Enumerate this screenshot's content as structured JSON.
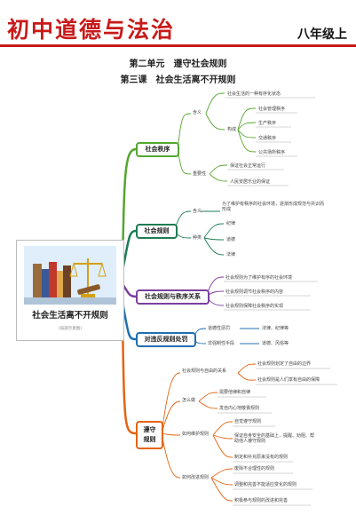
{
  "header": {
    "title": "初中道德与法治",
    "grade": "八年级上",
    "unit": "第二单元　遵守社会规则",
    "lesson": "第三课　社会生活离不开规则"
  },
  "center": {
    "title": "社会生活离不开规则",
    "note": "(局部示意图)"
  },
  "branches": {
    "order": {
      "label": "社会秩序",
      "meaning": "含义",
      "meaning_desc": "社会生活的一种有序化状态",
      "manifest": "构成",
      "items": [
        "社会管理秩序",
        "生产秩序",
        "交通秩序",
        "公共场所秩序"
      ],
      "importance": "重要性",
      "imp_items": [
        "保证社会正常运行",
        "人民安居乐业的保证"
      ]
    },
    "rules": {
      "label": "社会规则",
      "meaning": "含义",
      "meaning_desc": "为了维护有秩序的社会环境，逐渐形成规范与共识而形成",
      "types": "种类",
      "type_items": [
        "纪律",
        "道德",
        "法律"
      ]
    },
    "relation": {
      "label": "社会规则与秩序关系",
      "items": [
        "社会规则为了维护有序的社会环境",
        "社会规则调节社会秩序的内容",
        "社会规则保障社会秩序的实现"
      ]
    },
    "violation": {
      "label": "对违反规则处罚",
      "left": [
        "道德性惩罚",
        "非强制性手段"
      ],
      "right": [
        "法律、纪律等",
        "道德、风俗等"
      ]
    },
    "obey": {
      "label": "遵守规则",
      "freedom": "社会规则与自由的关系",
      "freedom_items": [
        "社会规则划定了自由的边界",
        "社会规则是人们享有自由的保障"
      ],
      "how": "怎么做",
      "how_items": [
        "需要他律和自律",
        "发自内心地敬畏规则"
      ],
      "protect": "如何维护规则",
      "protect_items": [
        "自觉遵守规则",
        "保证自身安全的基础上，提醒、劝阻、帮助他人遵守规则",
        "制定和补充原来没有的规则"
      ],
      "improve": "如何改进规则",
      "improve_items": [
        "废除不合理性的规则",
        "调整和完善不能适应变化的规则",
        "积极参与规则的改进和完善"
      ]
    }
  },
  "colors": {
    "title_red": "#c81a1a",
    "order": "#55a630",
    "rules": "#1c7c54",
    "relation": "#7b3fa0",
    "violation": "#1f6fb2",
    "obey": "#e36414"
  }
}
